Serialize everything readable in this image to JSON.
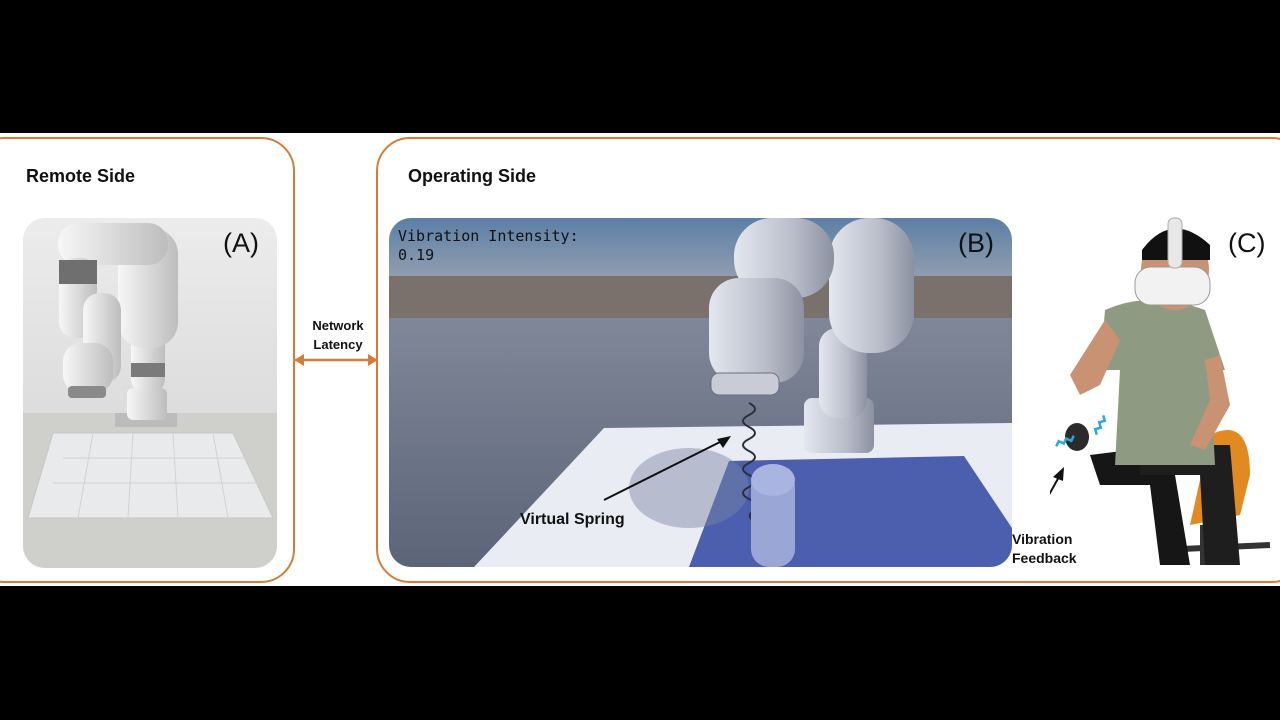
{
  "remote": {
    "title": "Remote Side",
    "label": "(A)"
  },
  "network": {
    "line1": "Network",
    "line2": "Latency"
  },
  "operating": {
    "title": "Operating Side",
    "sim": {
      "label": "(B)",
      "intensity_caption": "Vibration Intensity:",
      "intensity_value": "0.19",
      "spring_label": "Virtual Spring"
    },
    "user": {
      "label": "(C)",
      "feedback_line1": "Vibration",
      "feedback_line2": "Feedback"
    }
  },
  "colors": {
    "panel_border": "#d47c3c",
    "arrow": "#d47c3c",
    "vibration": "#2aa8d8"
  }
}
